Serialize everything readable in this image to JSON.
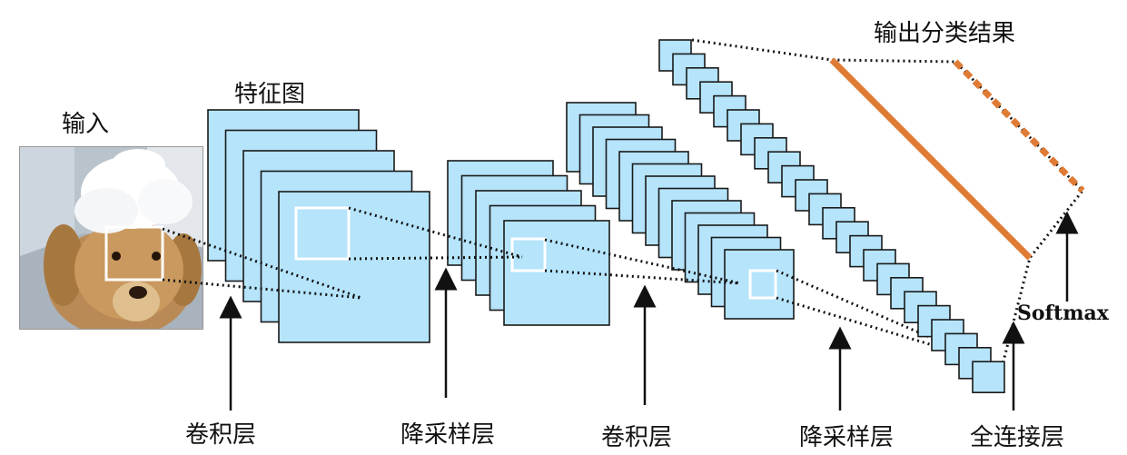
{
  "labels": {
    "input": "输入",
    "feature_map": "特征图",
    "output": "输出分类结果",
    "conv1": "卷积层",
    "pool1": "降采样层",
    "conv2": "卷积层",
    "pool2": "降采样层",
    "fc": "全连接层",
    "softmax": "Softmax"
  },
  "colors": {
    "feature_map_fill": "#b5e4fb",
    "feature_map_stroke": "#1a1a1a",
    "window_stroke": "#ffffff",
    "connector": "#111111",
    "output_layer": "#e07b35",
    "arrow": "#111111"
  }
}
